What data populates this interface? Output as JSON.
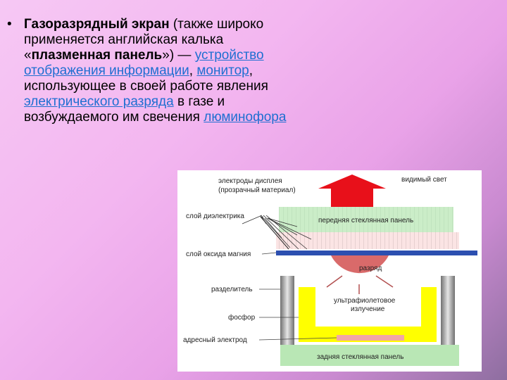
{
  "text": {
    "bullet": "•",
    "term": "Газоразрядный экран",
    "p1": " (также широко применяется английская калька «",
    "term2": "плазменная панель",
    "p2": "») — ",
    "link1": "устройство отображения информации",
    "p3": ", ",
    "link2": "монитор",
    "p4": ", использующее в своей работе явления ",
    "link3": "электрического разряда",
    "p5": " в газе и возбуждаемого им свечения ",
    "link4": "люминофора"
  },
  "diagram": {
    "label_electrodes": "электроды дисплея",
    "label_electrodes_sub": "(прозрачный материал)",
    "label_visible_light": "видимый свет",
    "label_dielectric": "слой диэлектрика",
    "label_front_glass": "передняя стеклянная панель",
    "label_mgo": "слой оксида магния",
    "label_discharge": "разряд",
    "label_separator": "разделитель",
    "label_uv": "ультрафиолетовое",
    "label_uv2": "излучение",
    "label_phosphor": "фосфор",
    "label_address": "адресный электрод",
    "label_rear_glass": "задняя стеклянная панель"
  },
  "colors": {
    "link": "#1f6fd1",
    "arrow_red": "#e8101a",
    "glass_green": "#b9e7b5",
    "dielectric_pink": "#f7c9c9",
    "mgo_blue": "#2c4fb0",
    "discharge": "#d96a6a",
    "phosphor_yellow": "#ffff00"
  }
}
